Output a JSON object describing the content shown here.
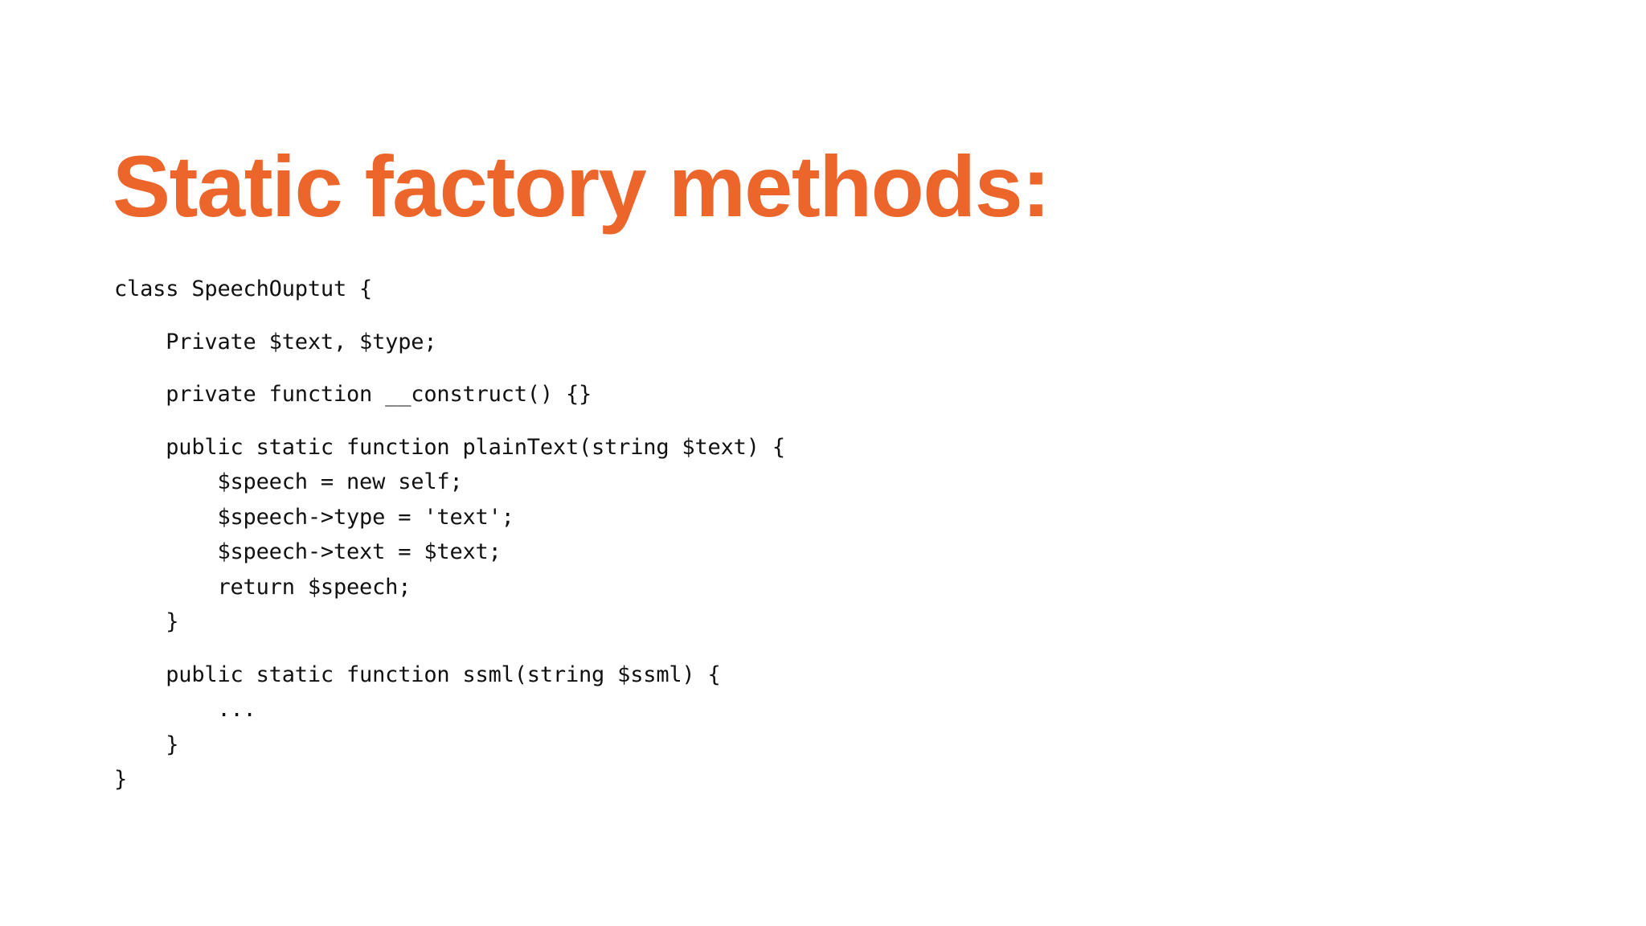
{
  "slide": {
    "title": "Static factory methods:",
    "title_color": "#EC662B",
    "background_color": "#FFFFFF",
    "code_color": "#111111",
    "code": {
      "language": "php",
      "lines": [
        "class SpeechOuptut {",
        "",
        "    Private $text, $type;",
        "",
        "    private function __construct() {}",
        "",
        "    public static function plainText(string $text) {",
        "        $speech = new self;",
        "        $speech->type = 'text';",
        "        $speech->text = $text;",
        "        return $speech;",
        "    }",
        "",
        "    public static function ssml(string $ssml) {",
        "        ...",
        "    }",
        "}"
      ]
    }
  }
}
